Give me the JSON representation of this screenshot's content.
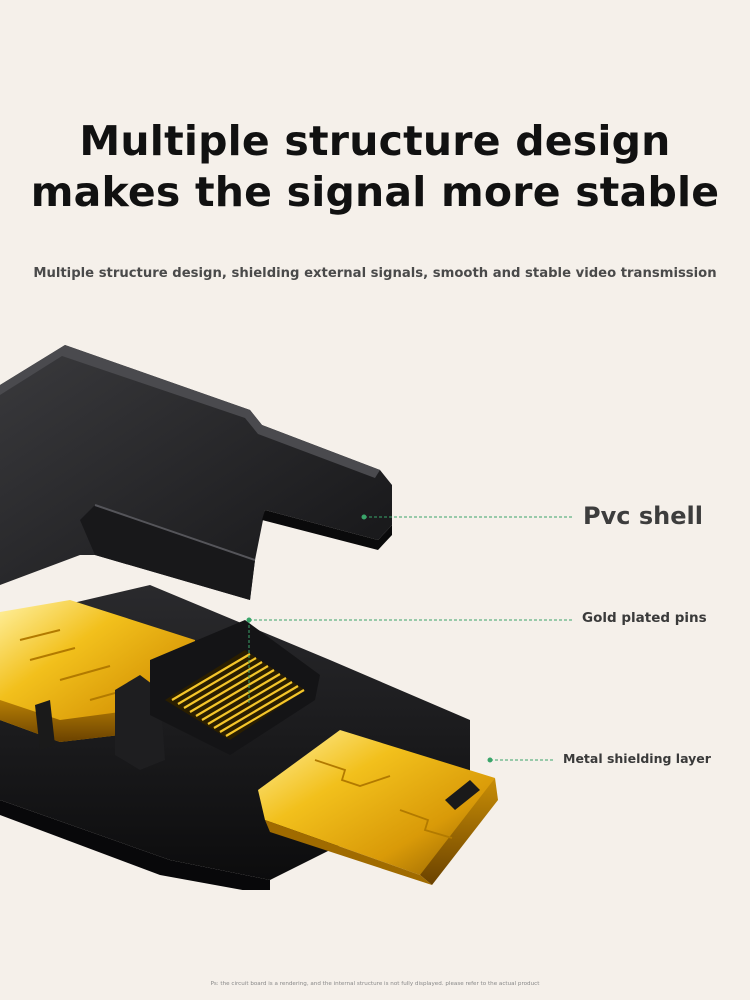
{
  "headline": {
    "line1": "Multiple structure design",
    "line2": "makes the signal more stable"
  },
  "subheadline": "Multiple structure design, shielding external signals, smooth and stable video transmission",
  "callouts": {
    "pvc_shell": "Pvc shell",
    "gold_plated_pins": "Gold plated pins",
    "metal_shielding_layer": "Metal shielding layer"
  },
  "footnote": "Ps: the circuit board is a rendering, and the internal structure is not fully displayed. please refer to the actual product",
  "colors": {
    "background": "#f5f0ea",
    "callout_line": "#3aa56a",
    "gold": "#e8b416",
    "shell": "#1c1c1e"
  }
}
